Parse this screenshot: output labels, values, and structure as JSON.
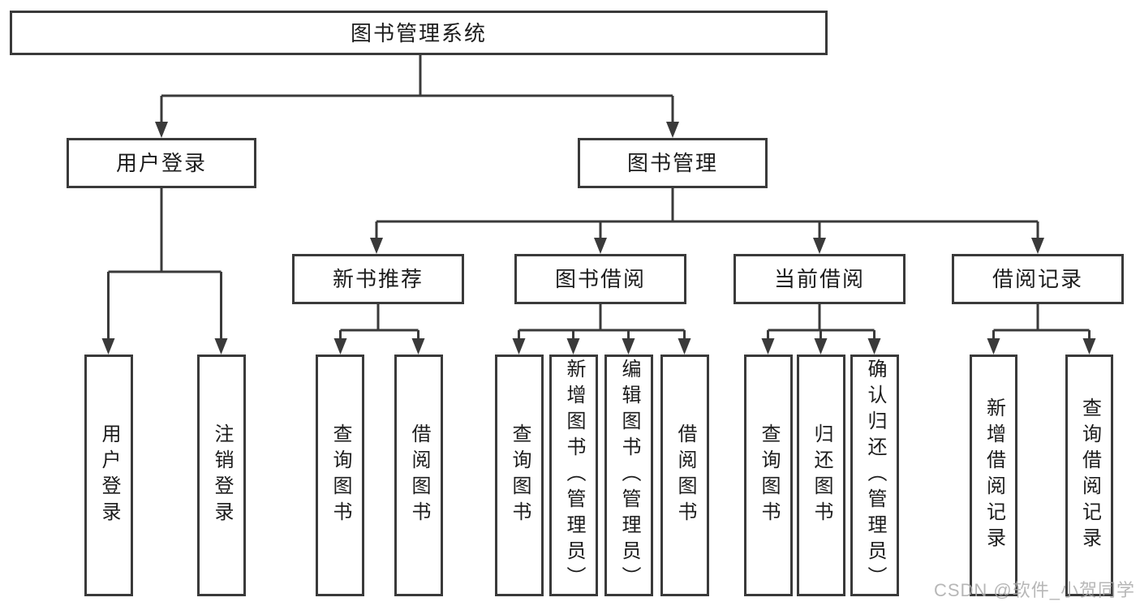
{
  "diagram": {
    "root": {
      "label": "图书管理系统"
    },
    "level2": [
      {
        "label": "用户登录"
      },
      {
        "label": "图书管理"
      }
    ],
    "level3": [
      {
        "label": "新书推荐"
      },
      {
        "label": "图书借阅"
      },
      {
        "label": "当前借阅"
      },
      {
        "label": "借阅记录"
      }
    ],
    "leaves": {
      "user_login": [
        "用户登录",
        "注销登录"
      ],
      "new_book": [
        "查询图书",
        "借阅图书"
      ],
      "book_borrow": [
        "查询图书",
        "新增图书（管理员）",
        "编辑图书（管理员）",
        "借阅图书"
      ],
      "current_borrow": [
        "查询图书",
        "归还图书",
        "确认归还（管理员）"
      ],
      "records": [
        "新增借阅记录",
        "查询借阅记录"
      ]
    }
  },
  "watermark": {
    "text": "CSDN @软件_小贺同学"
  },
  "colors": {
    "line": "#3a3a3a",
    "text": "#1c1c1c",
    "background": "#ffffff",
    "watermark": "#aaaaaa"
  }
}
